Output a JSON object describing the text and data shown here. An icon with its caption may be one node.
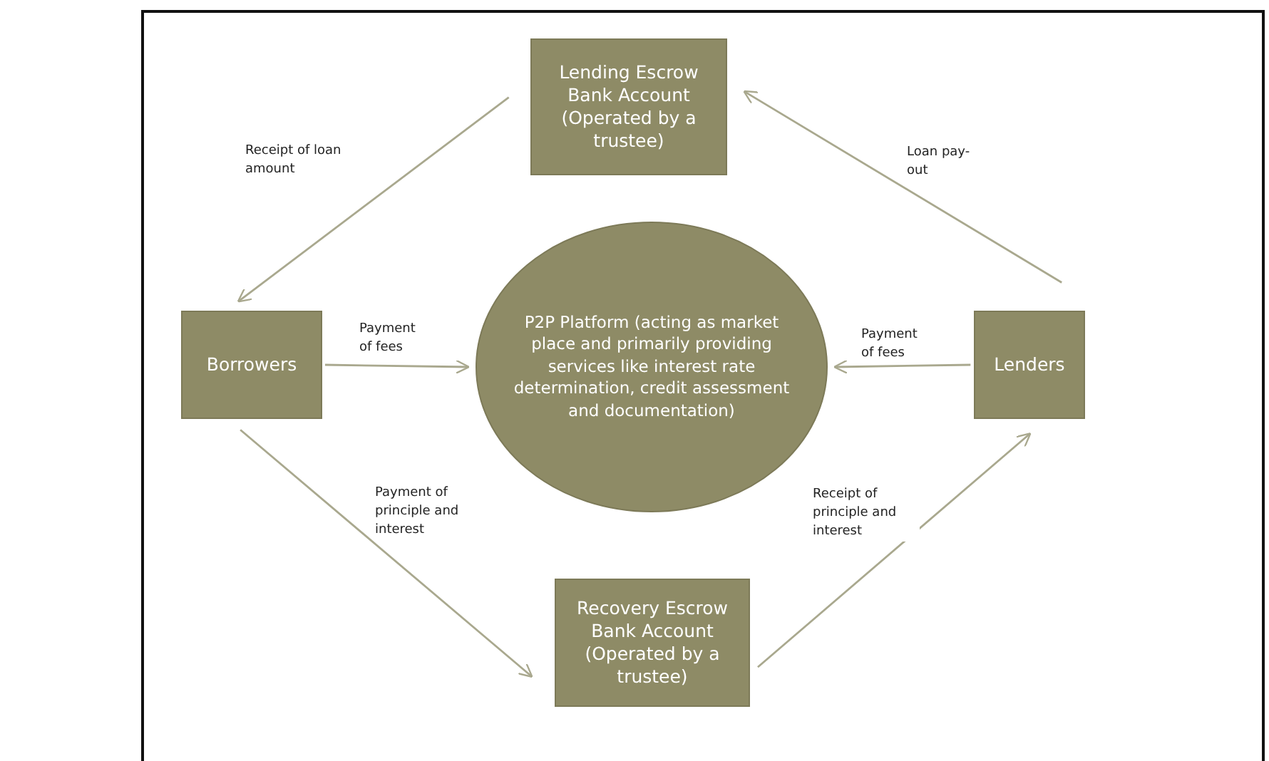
{
  "diagram": {
    "nodes": [
      {
        "text": [
          "Lending Escrow Bank Account (Operated by a trustee)"
        ]
      },
      {
        "text": [
          "Borrowers"
        ]
      },
      {
        "text": [
          "P2P Platform (acting as market place and primarily providing services like interest rate determination, credit assessment and documentation)"
        ]
      },
      {
        "text": [
          "Lenders"
        ]
      },
      {
        "text": [
          "Recovery Escrow Bank Account (Operated by a trustee)"
        ]
      }
    ],
    "edges": [
      {
        "from": 0,
        "to": 1,
        "arrow": "to",
        "label": "Receipt of loan amount"
      },
      {
        "from": 3,
        "to": 0,
        "arrow": "to",
        "label": "Loan pay-out"
      },
      {
        "from": 1,
        "to": 2,
        "arrow": "to",
        "label": "Payment of fees"
      },
      {
        "from": 3,
        "to": 2,
        "arrow": "to",
        "label": "Payment of fees"
      },
      {
        "from": 1,
        "to": 4,
        "arrow": "to",
        "label": "Payment of principle and interest"
      },
      {
        "from": 4,
        "to": 3,
        "arrow": "to",
        "label": "Receipt of principle and interest"
      }
    ]
  }
}
